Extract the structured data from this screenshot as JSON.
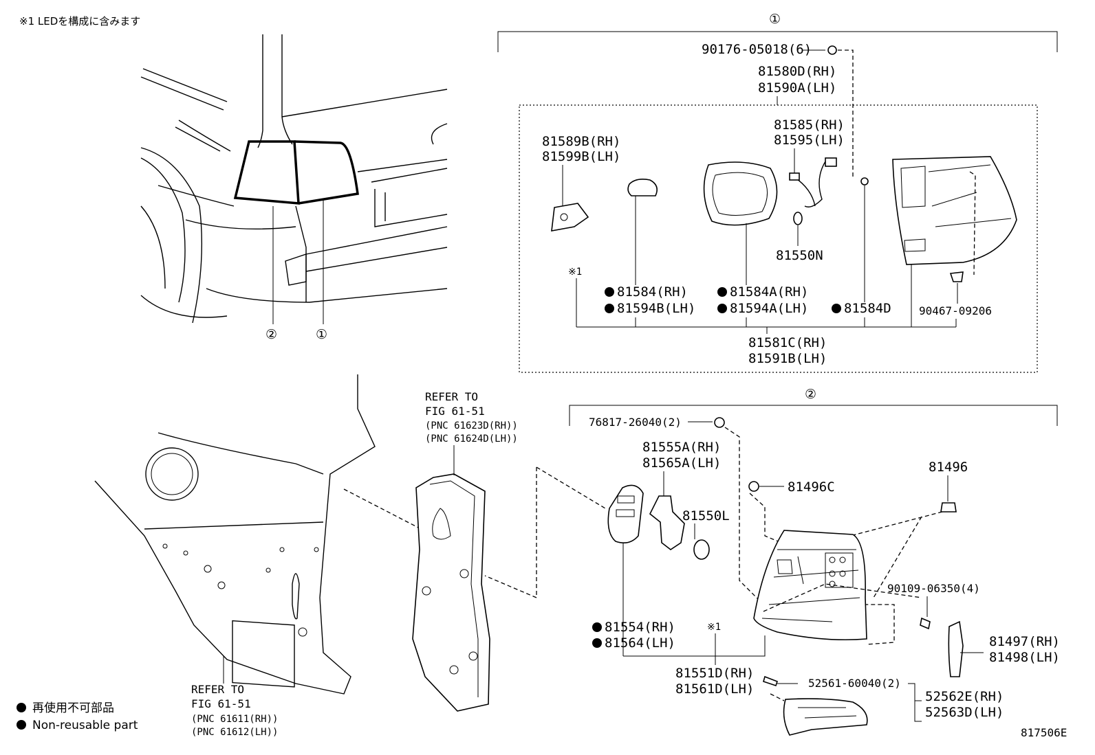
{
  "header_note": "※1 LEDを構成に含みます",
  "figure_id": "817506E",
  "legend": {
    "jp": "再使用不可部品",
    "en": "Non-reusable part"
  },
  "callouts": {
    "c1": "①",
    "c2": "②"
  },
  "group1": {
    "bolt": "90176-05018(6)",
    "assy_rh": "81580D(RH)",
    "assy_lh": "81590A(LH)",
    "cover_rh": "81589B(RH)",
    "cover_lh": "81599B(LH)",
    "socket_rh": "81585(RH)",
    "socket_lh": "81595(LH)",
    "bulb": "81550N",
    "mark": "※1",
    "lens1_rh": "81584(RH)",
    "lens1_lh": "81594B(LH)",
    "lens2_rh": "81584A(RH)",
    "lens2_lh": "81594A(LH)",
    "lens3": "81584D",
    "clip": "90467-09206",
    "body_rh": "81581C(RH)",
    "body_lh": "81591B(LH)"
  },
  "group2": {
    "nut": "76817-26040(2)",
    "socket_rh": "81555A(RH)",
    "socket_lh": "81565A(LH)",
    "bulb": "81550L",
    "grommet": "81496C",
    "cushion": "81496",
    "screw": "90109-06350(4)",
    "pad_rh": "81554(RH)",
    "pad_lh": "81564(LH)",
    "mark": "※1",
    "body_rh": "81551D(RH)",
    "body_lh": "81561D(LH)",
    "bracket_rh": "81497(RH)",
    "bracket_lh": "81498(LH)",
    "screw2": "52561-60040(2)",
    "ext_rh": "52562E(RH)",
    "ext_lh": "52563D(LH)"
  },
  "refer_a": {
    "line1": "REFER TO",
    "line2": "FIG 61-51",
    "line3": "(PNC 61623D(RH))",
    "line4": "(PNC 61624D(LH))"
  },
  "refer_b": {
    "line1": "REFER TO",
    "line2": "FIG 61-51",
    "line3": "(PNC 61611(RH))",
    "line4": "(PNC 61612(LH))"
  }
}
